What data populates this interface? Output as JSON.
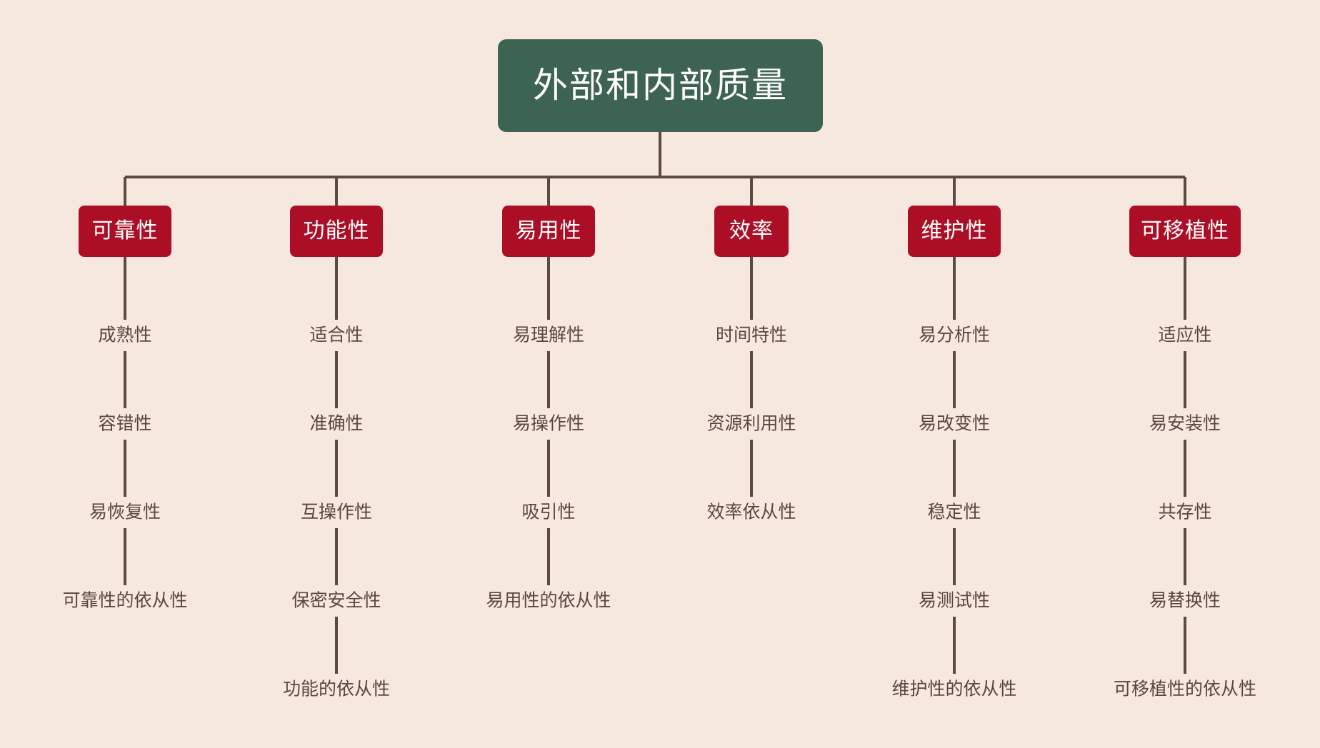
{
  "colors": {
    "background": "#f7e8df",
    "root_fill": "#3d6353",
    "root_text": "#ffffff",
    "category_fill": "#ac0f25",
    "category_text": "#ffffff",
    "leaf_text": "#5b463e",
    "connector": "#5c4a42"
  },
  "chart_data": {
    "type": "diagram",
    "title": "外部和内部质量",
    "root": "外部和内部质量",
    "categories": [
      "可靠性",
      "功能性",
      "易用性",
      "效率",
      "维护性",
      "可移植性"
    ],
    "children": [
      [
        "成熟性",
        "容错性",
        "易恢复性",
        "可靠性的依从性"
      ],
      [
        "适合性",
        "准确性",
        "互操作性",
        "保密安全性",
        "功能的依从性"
      ],
      [
        "易理解性",
        "易操作性",
        "吸引性",
        "易用性的依从性"
      ],
      [
        "时间特性",
        "资源利用性",
        "效率依从性"
      ],
      [
        "易分析性",
        "易改变性",
        "稳定性",
        "易测试性",
        "维护性的依从性"
      ],
      [
        "适应性",
        "易安装性",
        "共存性",
        "易替换性",
        "可移植性的依从性"
      ]
    ]
  },
  "root": {
    "label": "外部和内部质量"
  },
  "branches": [
    {
      "id": "reliability",
      "label": "可靠性",
      "leaves": [
        "成熟性",
        "容错性",
        "易恢复性",
        "可靠性的依从性"
      ]
    },
    {
      "id": "functionality",
      "label": "功能性",
      "leaves": [
        "适合性",
        "准确性",
        "互操作性",
        "保密安全性",
        "功能的依从性"
      ]
    },
    {
      "id": "usability",
      "label": "易用性",
      "leaves": [
        "易理解性",
        "易操作性",
        "吸引性",
        "易用性的依从性"
      ]
    },
    {
      "id": "efficiency",
      "label": "效率",
      "leaves": [
        "时间特性",
        "资源利用性",
        "效率依从性"
      ]
    },
    {
      "id": "maintainability",
      "label": "维护性",
      "leaves": [
        "易分析性",
        "易改变性",
        "稳定性",
        "易测试性",
        "维护性的依从性"
      ]
    },
    {
      "id": "portability",
      "label": "可移植性",
      "leaves": [
        "适应性",
        "易安装性",
        "共存性",
        "易替换性",
        "可移植性的依从性"
      ]
    }
  ]
}
